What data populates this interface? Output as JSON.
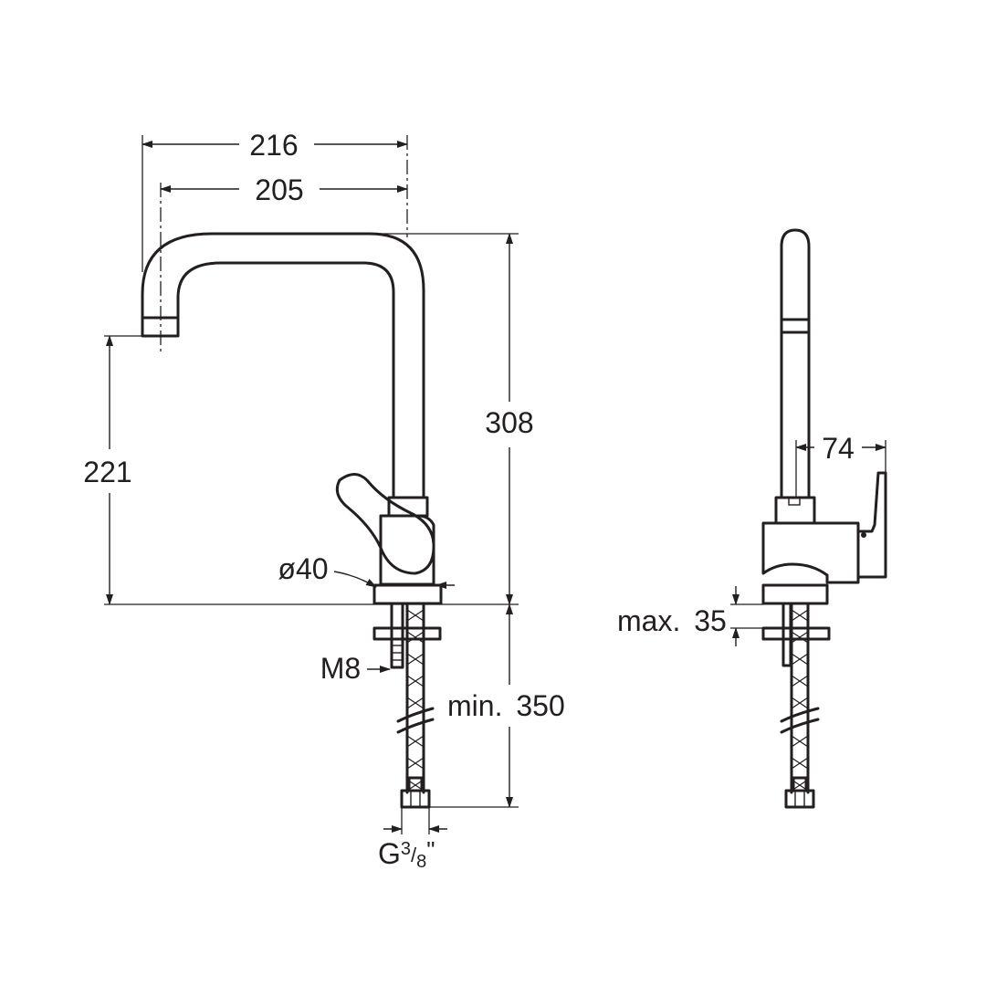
{
  "colors": {
    "line": "#231f20",
    "background": "#ffffff"
  },
  "dimensions": {
    "width_total": "216",
    "width_spout": "205",
    "height_total": "308",
    "spout_height": "221",
    "base_diameter": "ø40",
    "stud_thread": "M8",
    "hose_length": "min.",
    "hose_length_value": "350",
    "connection_thread": "G",
    "connection_num": "3",
    "connection_sep": "/",
    "connection_den": "8",
    "connection_unit": "\"",
    "handle_depth": "74",
    "max_thickness": "max.",
    "max_thickness_value": "35"
  }
}
